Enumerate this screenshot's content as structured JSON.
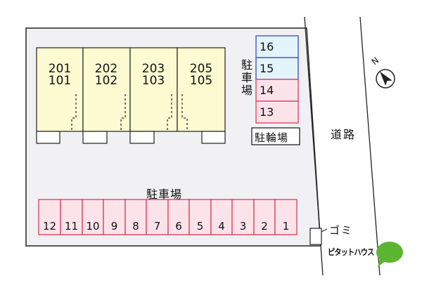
{
  "units": [
    {
      "upper": "201",
      "lower": "101"
    },
    {
      "upper": "202",
      "lower": "102"
    },
    {
      "upper": "203",
      "lower": "103"
    },
    {
      "upper": "205",
      "lower": "105"
    }
  ],
  "parking_main": {
    "label": "駐車場",
    "slots": [
      "12",
      "11",
      "10",
      "9",
      "8",
      "7",
      "6",
      "5",
      "4",
      "3",
      "2",
      "1"
    ]
  },
  "parking_side": {
    "label_chars": [
      "駐",
      "車",
      "場"
    ],
    "slots": [
      "16",
      "15",
      "14",
      "13"
    ]
  },
  "bicycle_parking": "駐輪場",
  "road_chars": [
    "道",
    "路"
  ],
  "garbage_label": "ゴミ",
  "compass_letter": "N",
  "logo_text": "ピタットハウス",
  "colors": {
    "unit_fill": "#fdfbd2",
    "lot_fill": "#f1f1f3",
    "parking_fill": "#fce3ea",
    "parking_stroke": "#d93a5e",
    "side_blue_fill": "#e3f4fb",
    "side_blue_stroke": "#3a47c9",
    "logo_green": "#5cb531"
  },
  "icons": [
    "compass-icon",
    "speech-bubble-icon"
  ]
}
